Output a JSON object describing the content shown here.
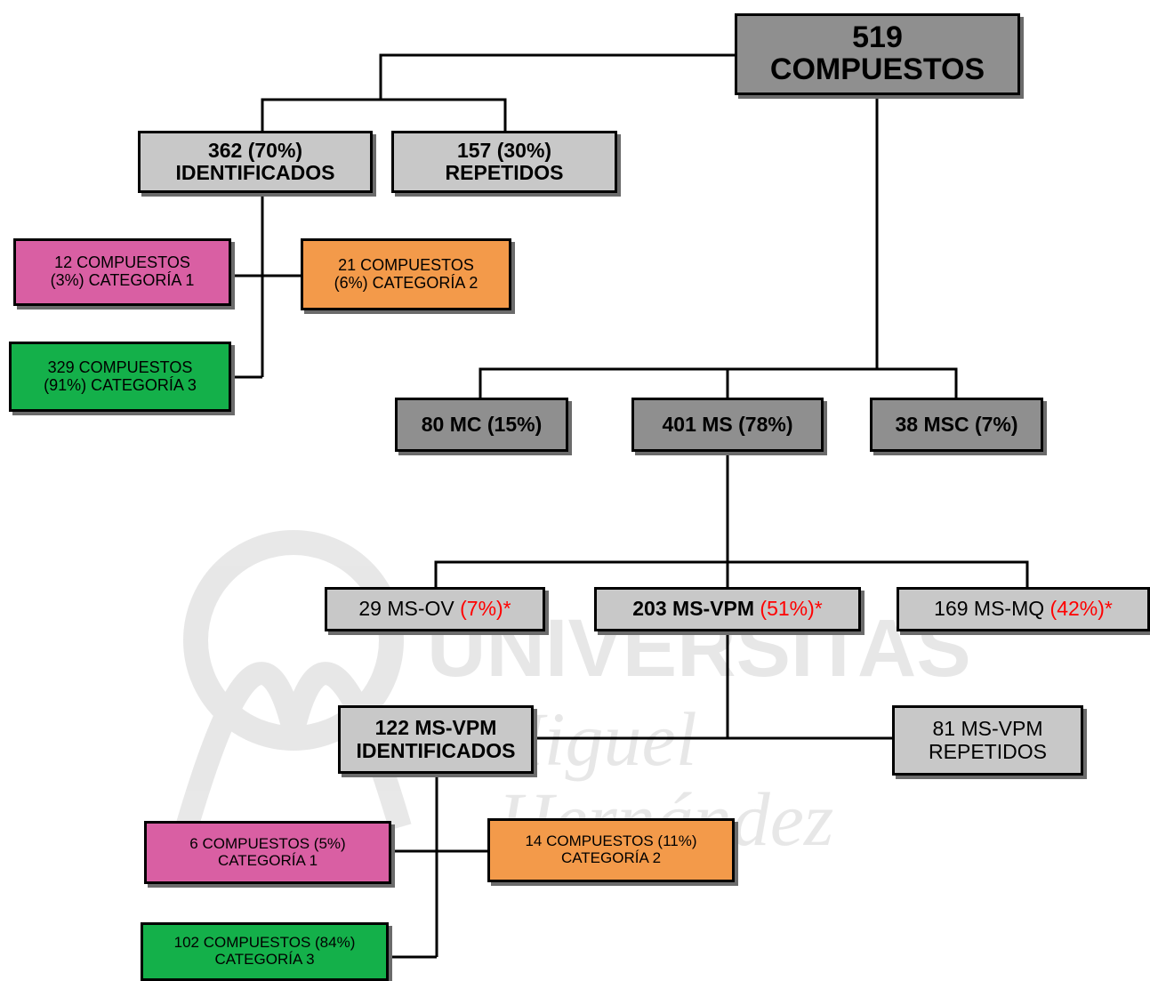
{
  "watermark": {
    "word1": "UNIVERSITAS",
    "word2": "Miguel",
    "word3": "Hernández"
  },
  "root": {
    "count": "519",
    "label": "COMPUESTOS"
  },
  "identificados": {
    "count": "362 (70%)",
    "label": "IDENTIFICADOS"
  },
  "repetidos": {
    "count": "157 (30%)",
    "label": "REPETIDOS"
  },
  "cat1_top": {
    "line1": "12 COMPUESTOS",
    "line2": "(3%) CATEGORÍA 1"
  },
  "cat2_top": {
    "line1": "21 COMPUESTOS",
    "line2": "(6%) CATEGORÍA 2"
  },
  "cat3_top": {
    "line1": "329 COMPUESTOS",
    "line2": "(91%) CATEGORÍA 3"
  },
  "mc": {
    "label": "80 MC (15%)"
  },
  "ms": {
    "label": "401 MS (78%)"
  },
  "msc": {
    "label": "38 MSC (7%)"
  },
  "ms_ov": {
    "label": "29 MS-OV ",
    "pct": "(7%)*"
  },
  "ms_vpm": {
    "label": "203 MS-VPM ",
    "pct": "(51%)*"
  },
  "ms_mq": {
    "label": "169 MS-MQ ",
    "pct": "(42%)*"
  },
  "vpm_ident": {
    "line1": "122 MS-VPM",
    "line2": "IDENTIFICADOS"
  },
  "vpm_rep": {
    "line1": "81 MS-VPM",
    "line2": "REPETIDOS"
  },
  "cat1_bot": {
    "line1": "6 COMPUESTOS (5%)",
    "line2": "CATEGORÍA 1"
  },
  "cat2_bot": {
    "line1": "14 COMPUESTOS (11%)",
    "line2": "CATEGORÍA 2"
  },
  "cat3_bot": {
    "line1": "102 COMPUESTOS (84%)",
    "line2": "CATEGORÍA 3"
  },
  "colors": {
    "box_gray": "#c8c8c8",
    "box_dark": "#8f8f8f",
    "category_1": "#d95fa3",
    "category_2": "#f39a4a",
    "category_3": "#14b04a",
    "percent_red": "#ff0000"
  }
}
